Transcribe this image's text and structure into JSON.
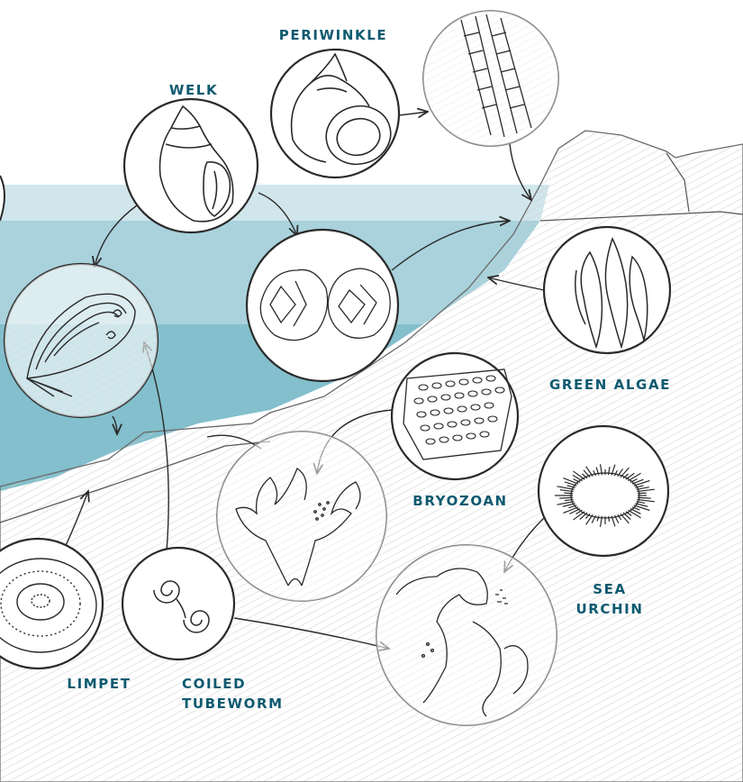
{
  "labels": {
    "periwinkle": "PERIWINKLE",
    "welk": "WELK",
    "green_algae": "GREEN ALGAE",
    "bryozoan": "BRYOZOAN",
    "sea_urchin_1": "SEA",
    "sea_urchin_2": "URCHIN",
    "limpet": "LIMPET",
    "coiled_tubeworm_1": "COILED",
    "coiled_tubeworm_2": "TUBEWORM"
  },
  "colors": {
    "label": "#0e5a70",
    "water_light": "#d0e6ec",
    "water_mid": "#a9d2dc",
    "water_deep": "#83bfcc",
    "ink": "#2a2a2a",
    "hatch": "#cfcfcf"
  }
}
